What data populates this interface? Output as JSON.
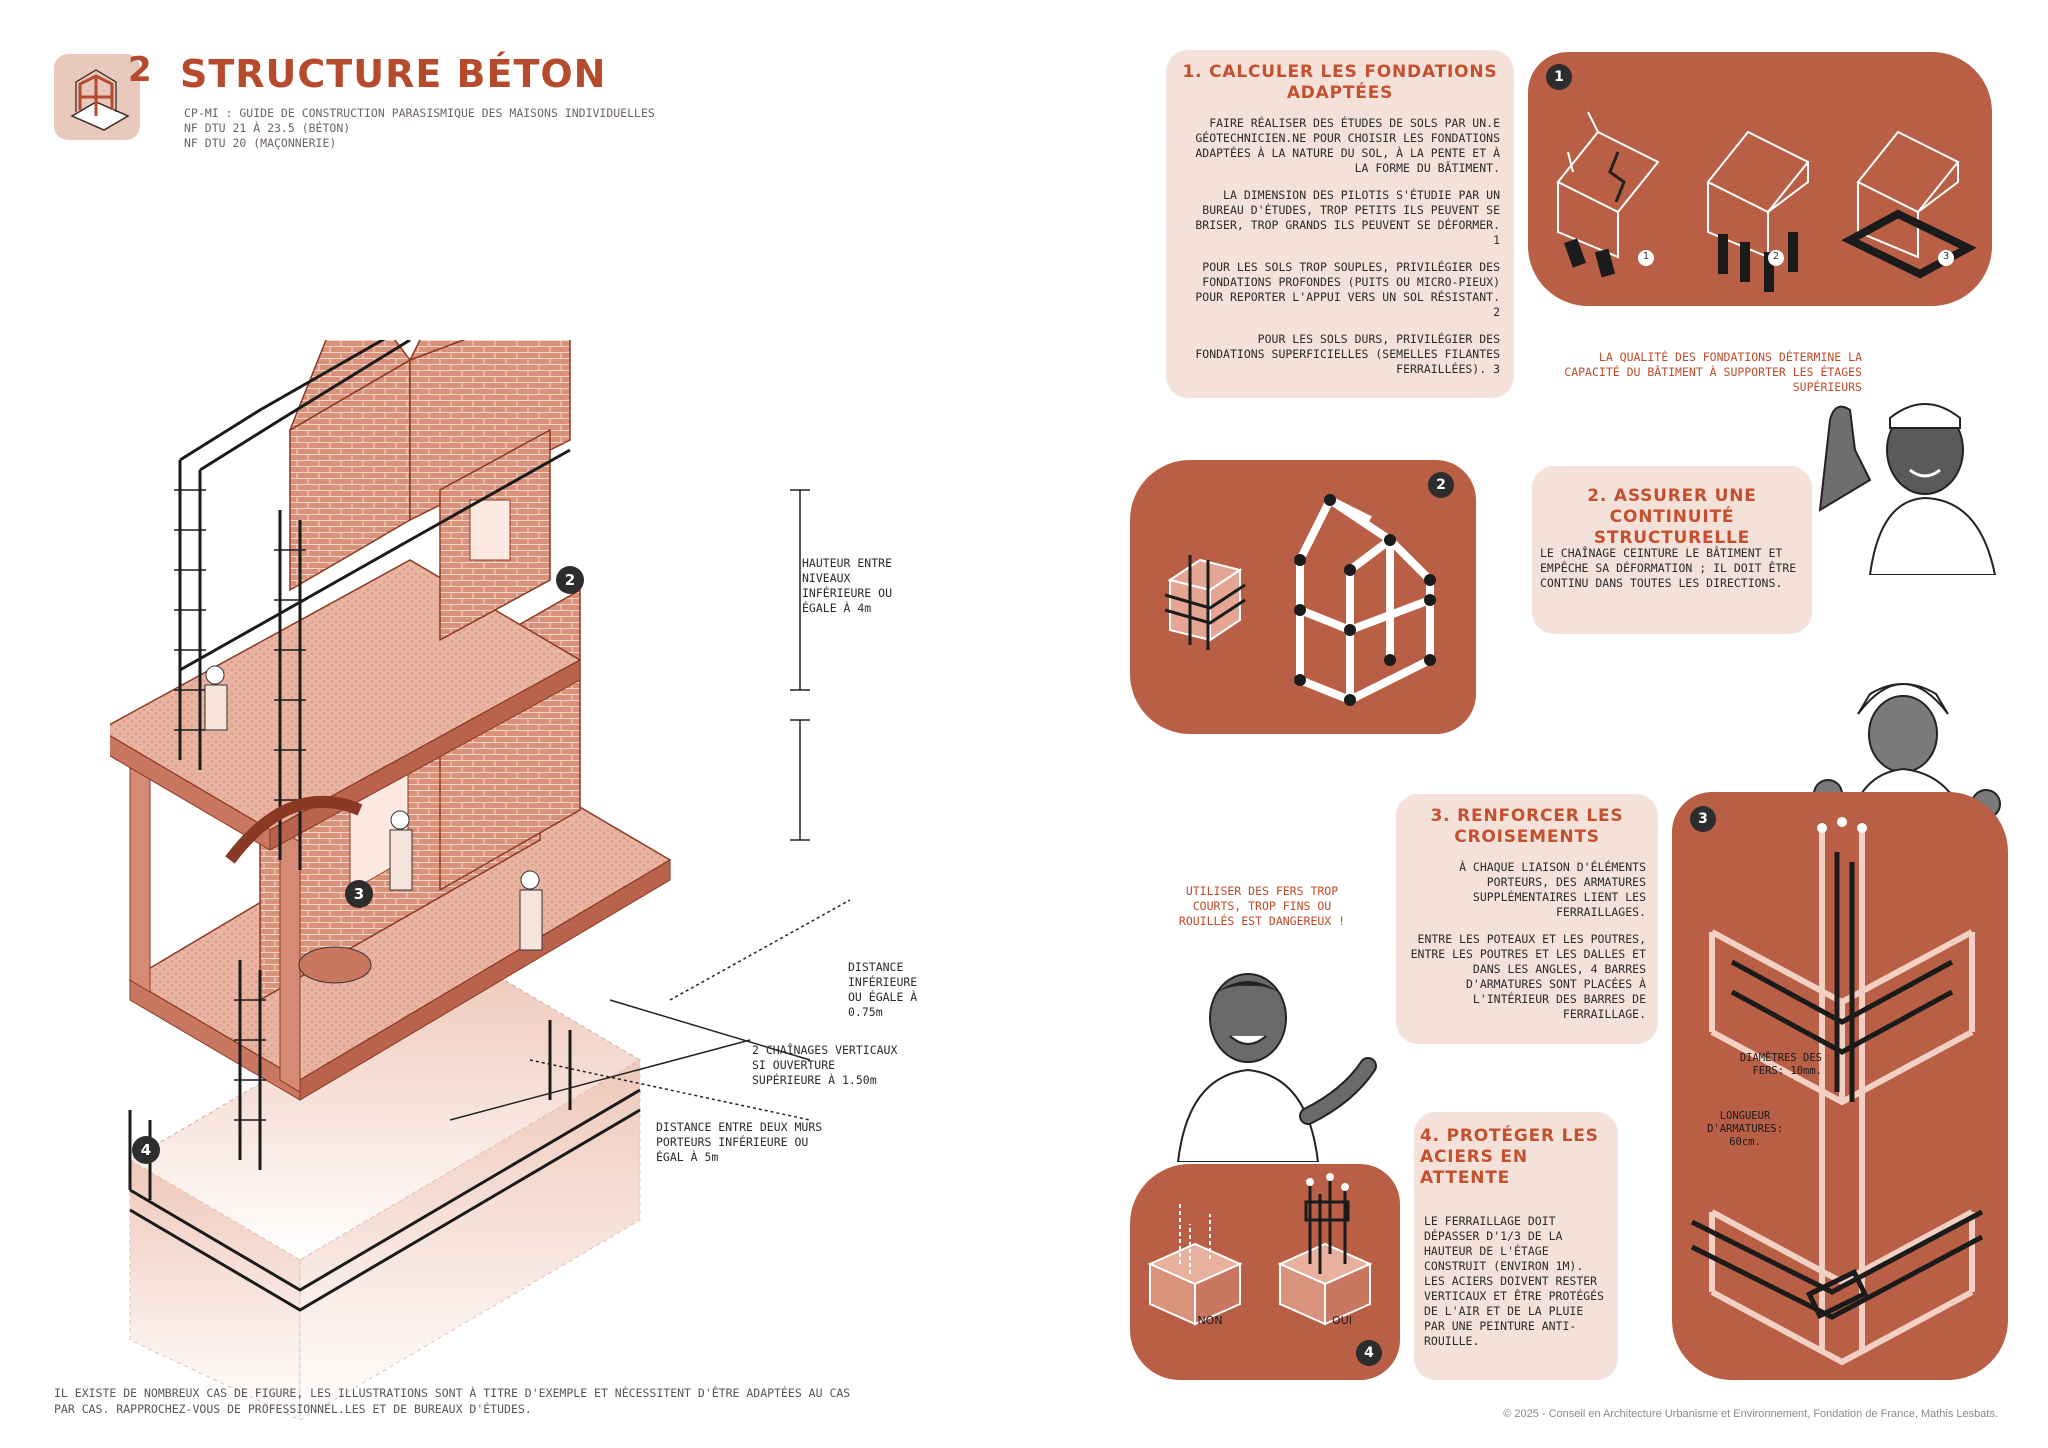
{
  "header": {
    "number": "2",
    "title": "STRUCTURE BÉTON",
    "refs": [
      "CP-MI : GUIDE DE CONSTRUCTION PARASISMIQUE DES MAISONS INDIVIDUELLES",
      "NF DTU 21 À 23.5 (BÉTON)",
      "NF DTU 20 (MAÇONNERIE)"
    ]
  },
  "illustration": {
    "dims": [
      "HAUTEUR ENTRE\nNIVEAUX\nINFÉRIEURE OU\nÉGALE À 4m",
      "DISTANCE\nINFÉRIEURE\nOU ÉGALE À\n0.75m",
      "2 CHAÎNAGES VERTICAUX\nSI OUVERTURE\nSUPÉRIEURE À 1.50m",
      "DISTANCE ENTRE DEUX MURS\nPORTEURS INFÉRIEURE OU\nÉGAL À 5m"
    ],
    "markers": [
      "2",
      "3",
      "4"
    ]
  },
  "sections": [
    {
      "title": "1. CALCULER LES FONDATIONS ADAPTÉES",
      "paragraphs": [
        "FAIRE RÉALISER DES ÉTUDES DE SOLS PAR UN.E GÉOTECHNICIEN.NE POUR CHOISIR LES FONDATIONS ADAPTÉES À LA NATURE DU SOL, À LA PENTE ET À LA FORME DU BÂTIMENT.",
        "LA DIMENSION DES PILOTIS S'ÉTUDIE PAR UN BUREAU D'ÉTUDES, TROP PETITS ILS PEUVENT SE BRISER, TROP GRANDS ILS PEUVENT SE DÉFORMER. 1",
        "POUR LES SOLS TROP SOUPLES, PRIVILÉGIER DES FONDATIONS PROFONDES (PUITS OU MICRO-PIEUX) POUR REPORTER L'APPUI VERS UN SOL RÉSISTANT. 2",
        "POUR LES SOLS DURS, PRIVILÉGIER DES FONDATIONS SUPERFICIELLES (SEMELLES FILANTES FERRAILLÉES). 3"
      ],
      "marker": "1",
      "sub_labels": [
        "1",
        "2",
        "3"
      ],
      "quote": "LA QUALITÉ DES FONDATIONS DÉTERMINE LA CAPACITÉ DU BÂTIMENT À SUPPORTER LES ÉTAGES SUPÉRIEURS"
    },
    {
      "title": "2. ASSURER UNE CONTINUITÉ STRUCTURELLE",
      "paragraphs": [
        "LE CHAÎNAGE CEINTURE LE BÂTIMENT ET EMPÊCHE SA DÉFORMATION ; IL DOIT ÊTRE CONTINU DANS TOUTES LES DIRECTIONS."
      ],
      "marker": "2"
    },
    {
      "title": "3. RENFORCER LES CROISEMENTS",
      "paragraphs": [
        "À CHAQUE LIAISON D'ÉLÉMENTS PORTEURS, DES ARMATURES SUPPLÉMENTAIRES LIENT LES FERRAILLAGES.",
        "ENTRE LES POTEAUX ET LES POUTRES, ENTRE LES POUTRES ET LES DALLES ET DANS LES ANGLES, 4 BARRES D'ARMATURES SONT PLACÉES À L'INTÉRIEUR DES BARRES DE FERRAILLAGE."
      ],
      "marker": "3",
      "quote": "UTILISER DES FERS TROP COURTS, TROP FINS OU ROUILLÉS EST DANGEREUX !",
      "panel_labels": [
        "DIAMÈTRES DES FERS: 10mm.",
        "LONGUEUR D'ARMATURES: 60cm."
      ]
    },
    {
      "title": "4. PROTÉGER LES ACIERS EN ATTENTE",
      "paragraphs": [
        "LE FERRAILLAGE DOIT DÉPASSER D'1/3 DE LA HAUTEUR DE L'ÉTAGE CONSTRUIT (ENVIRON 1M). LES ACIERS DOIVENT RESTER VERTICAUX ET ÊTRE PROTÉGÉS DE L'AIR ET DE LA PLUIE PAR UNE PEINTURE ANTI-ROUILLE."
      ],
      "marker": "4",
      "panel_labels": [
        "NON",
        "OUI"
      ]
    }
  ],
  "footer": {
    "note": "IL EXISTE DE NOMBREUX CAS DE FIGURE, LES ILLUSTRATIONS SONT À TITRE D'EXEMPLE ET NÉCESSITENT D'ÊTRE ADAPTÉES AU CAS PAR CAS. RAPPROCHEZ-VOUS DE PROFESSIONNEL.LES ET DE BUREAUX D'ÉTUDES.",
    "copyright": "© 2025 - Conseil en Architecture Urbanisme et Environnement, Fondation de France, Mathis Lesbats."
  },
  "colors": {
    "accent": "#c5502e",
    "panel": "#b85f46",
    "card": "#f4e2da",
    "brick": "#d48a74"
  }
}
